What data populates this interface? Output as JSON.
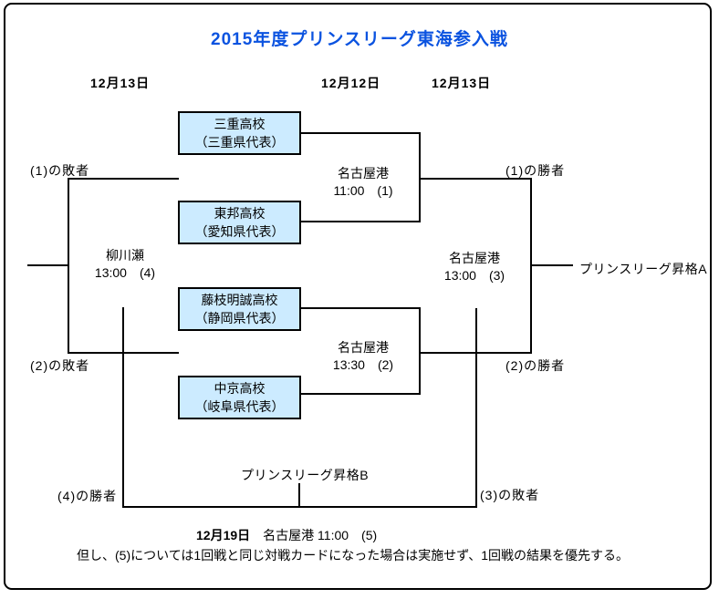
{
  "title": "2015年度プリンスリーグ東海参入戦",
  "round_dates": {
    "left": "12月13日",
    "center": "12月12日",
    "right": "12月13日"
  },
  "teams": [
    {
      "name": "三重高校",
      "prefecture": "（三重県代表）"
    },
    {
      "name": "東邦高校",
      "prefecture": "（愛知県代表）"
    },
    {
      "name": "藤枝明誠高校",
      "prefecture": "（静岡県代表）"
    },
    {
      "name": "中京高校",
      "prefecture": "（岐阜県代表）"
    }
  ],
  "matches": {
    "m1": {
      "venue": "名古屋港",
      "time": "11:00　(1)"
    },
    "m2": {
      "venue": "名古屋港",
      "time": "13:30　(2)"
    },
    "m3": {
      "venue": "名古屋港",
      "time": "13:00　(3)"
    },
    "m4": {
      "venue": "柳川瀬",
      "time": "13:00　(4)"
    },
    "m5": {
      "date": "12月19日",
      "rest": "　名古屋港 11:00　(5)"
    }
  },
  "slots": {
    "m1_loser": "(1)の敗者",
    "m2_loser": "(2)の敗者",
    "m1_winner": "(1)の勝者",
    "m2_winner": "(2)の勝者",
    "m4_winner": "(4)の勝者",
    "m3_loser": "(3)の敗者"
  },
  "promotions": {
    "a": "プリンスリーグ昇格A",
    "b": "プリンスリーグ昇格B"
  },
  "note": "但し、(5)については1回戦と同じ対戦カードになった場合は実施せず、1回戦の結果を優先する。",
  "colors": {
    "title_text": "#0B53E0",
    "box_fill": "#CCEBFF",
    "line": "#000000",
    "text": "#000000"
  }
}
